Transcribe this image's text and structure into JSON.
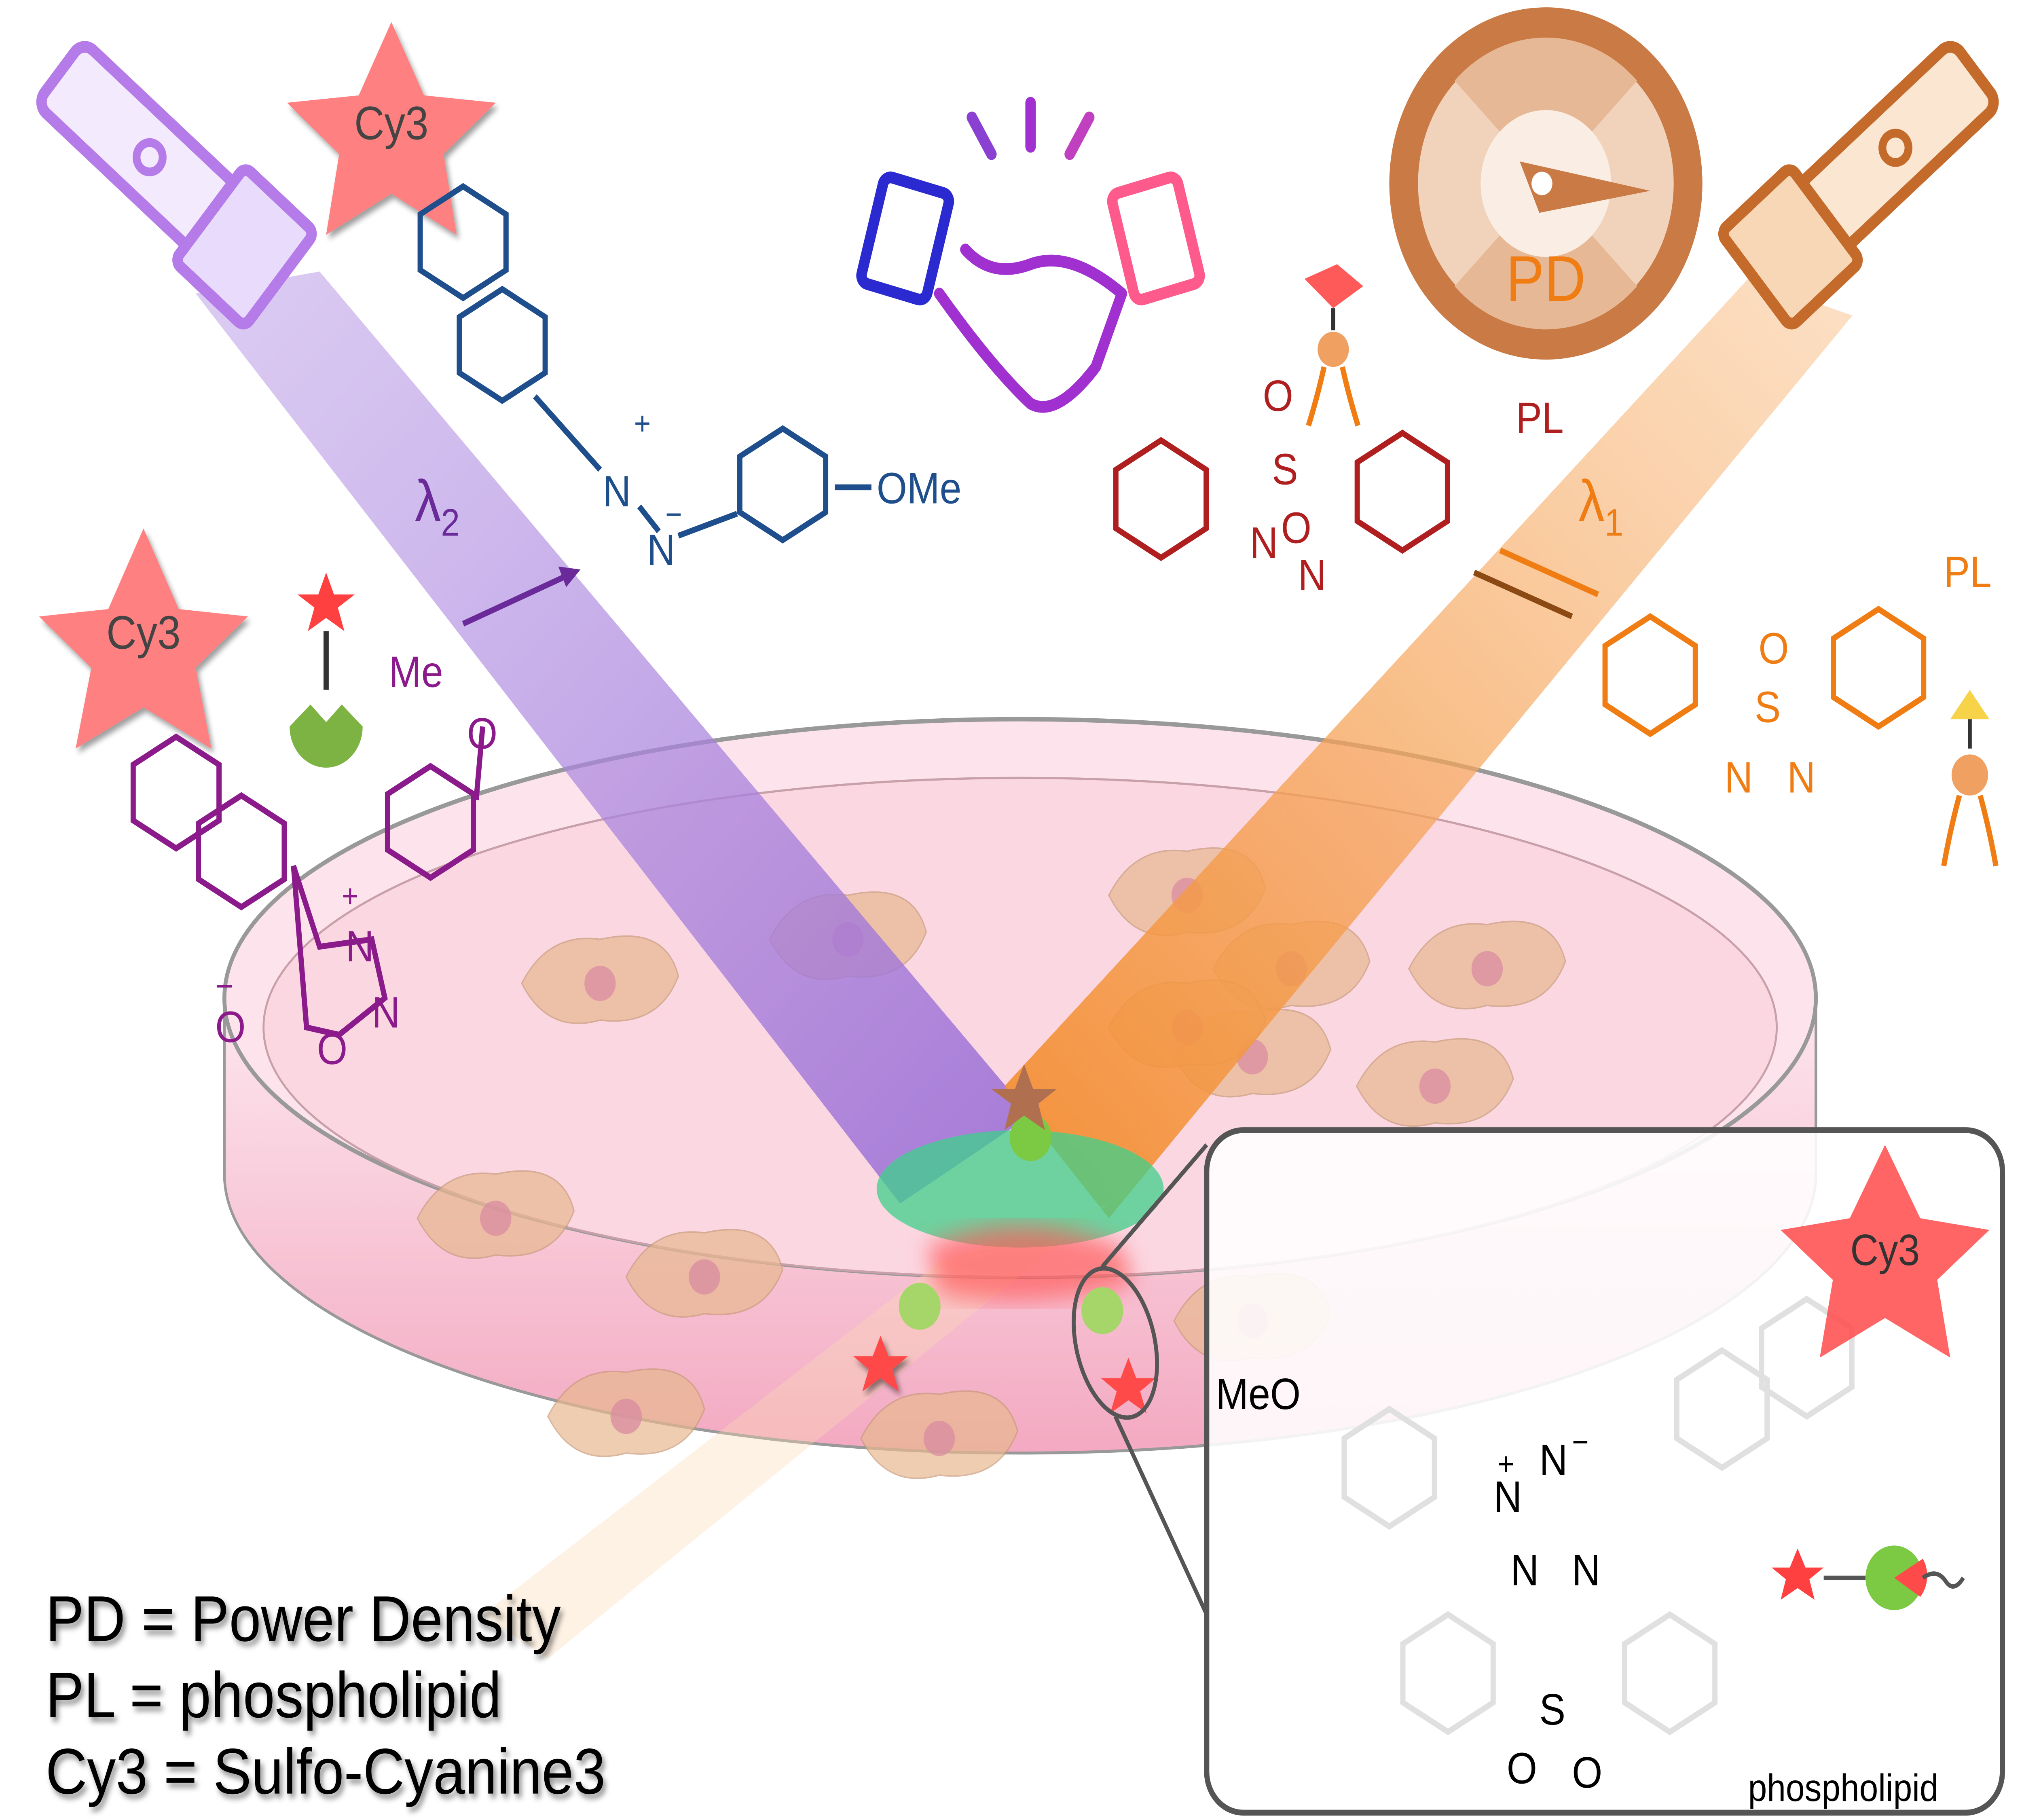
{
  "legend": [
    "PD = Power Density",
    "PL = phospholipid",
    "Cy3 = Sulfo-Cyanine3"
  ],
  "gauge": {
    "label": "PD"
  },
  "beams": {
    "violet": {
      "symbol": "λ",
      "subscript": "2",
      "color": "#8e44c8"
    },
    "orange": {
      "symbol": "λ",
      "subscript": "1",
      "color": "#f08a2c"
    }
  },
  "dyes": {
    "top_left": "Cy3",
    "left": "Cy3",
    "inset": "Cy3"
  },
  "molecule_nitrilimine": {
    "n_plus": "N",
    "plus": "+",
    "n_minus": "N",
    "minus": "−",
    "ome": "OMe",
    "color": "#1f4e8c"
  },
  "molecule_sydnone": {
    "me": "Me",
    "o_ether": "O",
    "n_plus": "N",
    "plus": "+",
    "n2": "N",
    "o_ring": "O",
    "o_minus": "O",
    "minus": "−",
    "color": "#8b1a8b"
  },
  "molecule_cis_azo": {
    "o1": "O",
    "s": "S",
    "o2": "O",
    "n1": "N",
    "n2": "N",
    "pl": "PL",
    "color": "#b01f1f"
  },
  "molecule_trans_azo": {
    "o1": "O",
    "s": "S",
    "n1": "N",
    "n2": "N",
    "pl": "PL",
    "color": "#f07d14"
  },
  "inset_product": {
    "meo": "MeO",
    "n_plus": "N",
    "plus": "+",
    "n_minus": "N",
    "minus": "−",
    "n_azo": "N",
    "n_imine": "N",
    "s": "S",
    "o1": "O",
    "o2": "O",
    "tail": "phospholipid"
  },
  "colors": {
    "dish": "#f7c6d3",
    "green_spot": "#3ed08a",
    "gauge": "#c97a45",
    "star": "#ff4a4a"
  }
}
